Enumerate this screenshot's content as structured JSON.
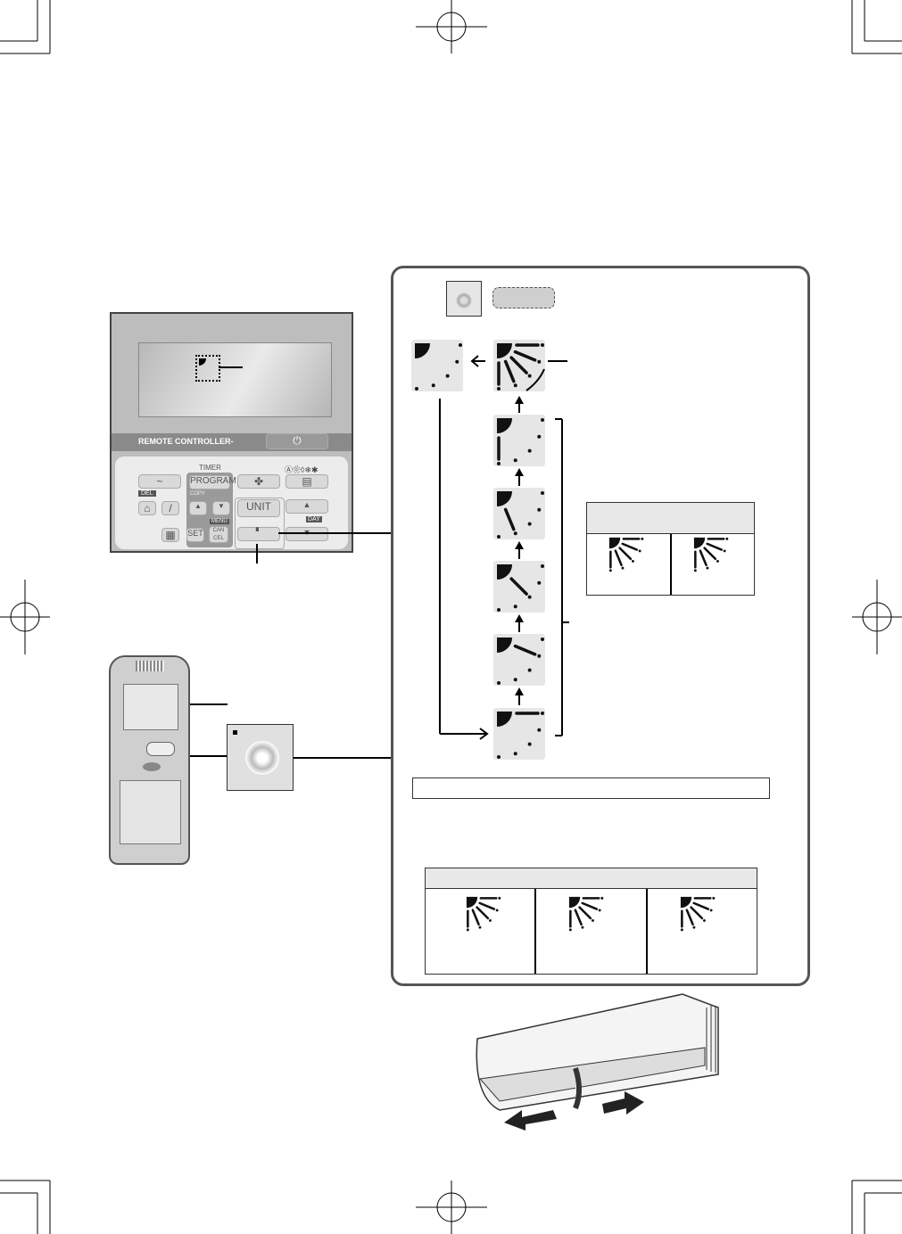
{
  "wired_remote": {
    "brand_label": "REMOTE CONTROLLER-",
    "timer_label": "TIMER",
    "program_label": "PROGRAM",
    "copy_label": "COPY",
    "del_label": "DEL",
    "unit_label": "UNIT",
    "day_label": "DAY",
    "set_label": "SET",
    "cancel_label": "CAN CEL",
    "menu_label": "MENU",
    "mode_icons": "Ⓐ❀◊❄✱"
  },
  "louver_sequence": [
    "swing",
    "position-5",
    "position-4",
    "position-3",
    "position-2",
    "position-1",
    "stop"
  ],
  "colors": {
    "panel_border": "#555555",
    "tile_bg": "#e6e6e6",
    "ink": "#111111"
  }
}
